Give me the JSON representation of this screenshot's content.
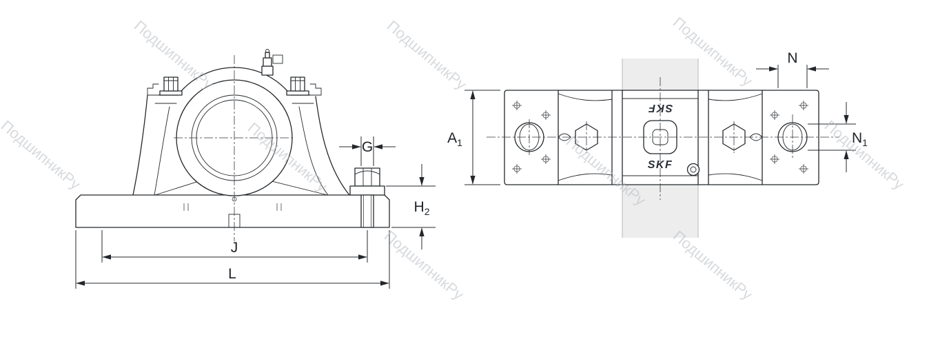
{
  "watermark": {
    "text": "ПодшипникРу",
    "color": "#b7bcc2"
  },
  "brand": {
    "logo_text": "SKF"
  },
  "dimensions": {
    "G": {
      "label": "G"
    },
    "H2": {
      "base": "H",
      "sub": "2"
    },
    "J": {
      "label": "J"
    },
    "L": {
      "label": "L"
    },
    "A1": {
      "base": "A",
      "sub": "1"
    },
    "N": {
      "label": "N"
    },
    "N1": {
      "base": "N",
      "sub": "1"
    }
  },
  "colors": {
    "line": "#23272b",
    "bore_fill": "#e8e8e8",
    "shaft_fill": "#ededed",
    "background": "#ffffff"
  }
}
